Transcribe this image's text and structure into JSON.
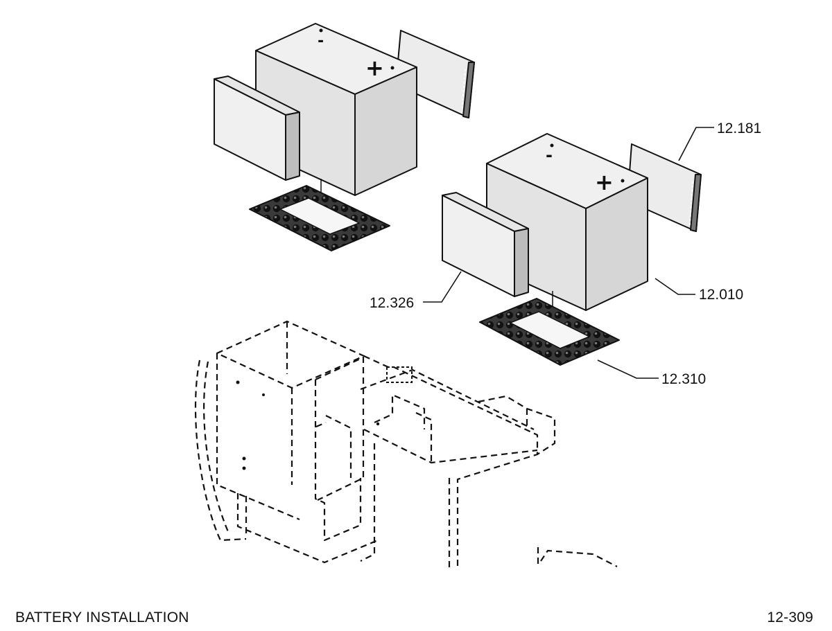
{
  "callouts": {
    "wall_plate_right": "12.181",
    "battery": "12.010",
    "wall_plate_left": "12.326",
    "tray_mat": "12.310"
  },
  "footer": {
    "title": "BATTERY INSTALLATION",
    "page_number": "12-309"
  }
}
